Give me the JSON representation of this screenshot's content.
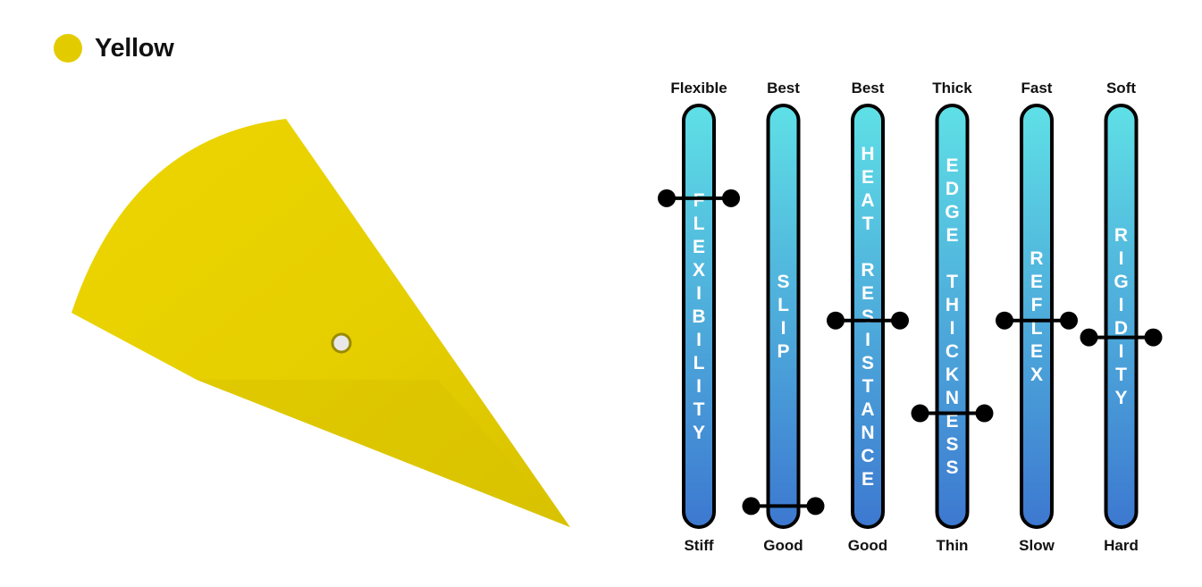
{
  "header": {
    "title": "Yellow",
    "color_name": "yellow",
    "dot_color": "#e2cc00"
  },
  "product": {
    "shape_color": "#e6cf00",
    "shadow_color": "#d4be00"
  },
  "chart_data": {
    "type": "gauge",
    "bar_gradient_top": "#5fe0e6",
    "bar_gradient_bottom": "#3d78d0",
    "outline_color": "#000000",
    "marker_color": "#000000",
    "gauges": [
      {
        "name": "FLEXIBILITY",
        "top_label": "Flexible",
        "bottom_label": "Stiff",
        "value": 0.78
      },
      {
        "name": "SLIP",
        "top_label": "Best",
        "bottom_label": "Good",
        "value": 0.05
      },
      {
        "name": "HEAT RESISTANCE",
        "top_label": "Best",
        "bottom_label": "Good",
        "value": 0.49
      },
      {
        "name": "EDGE THICKNESS",
        "top_label": "Thick",
        "bottom_label": "Thin",
        "value": 0.27
      },
      {
        "name": "REFLEX",
        "top_label": "Fast",
        "bottom_label": "Slow",
        "value": 0.49
      },
      {
        "name": "RIGIDITY",
        "top_label": "Soft",
        "bottom_label": "Hard",
        "value": 0.45
      }
    ]
  }
}
